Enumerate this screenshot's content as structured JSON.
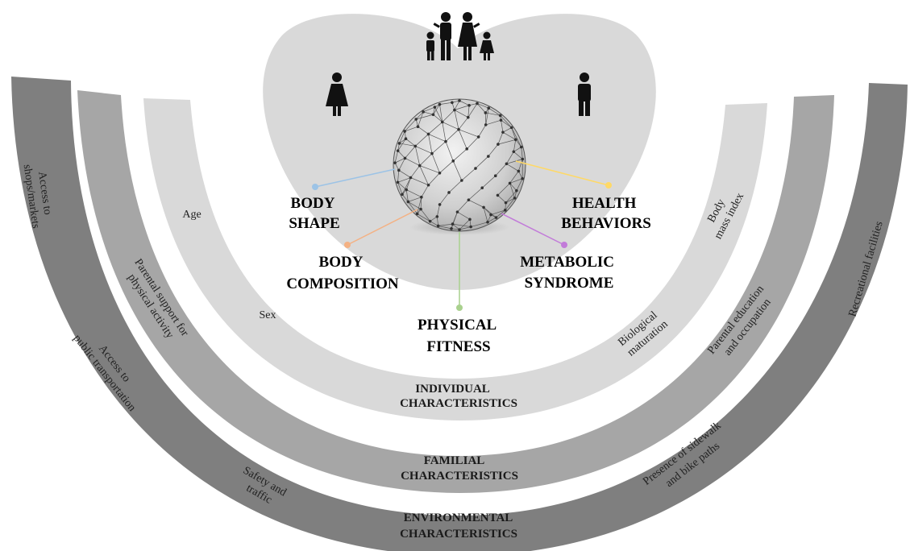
{
  "outcomes": {
    "body_shape": [
      "BODY",
      "SHAPE"
    ],
    "body_composition": [
      "BODY",
      "COMPOSITION"
    ],
    "physical_fitness": [
      "PHYSICAL",
      "FITNESS"
    ],
    "metabolic_syndrome": [
      "METABOLIC",
      "SYNDROME"
    ],
    "health_behaviors": [
      "HEALTH",
      "BEHAVIORS"
    ]
  },
  "outcome_colors": {
    "body_shape": "#9cc3e6",
    "body_composition": "#f4b183",
    "physical_fitness": "#a9d18e",
    "metabolic_syndrome": "#c27bd9",
    "health_behaviors": "#ffd966"
  },
  "individual": {
    "label": [
      "INDIVIDUAL",
      "CHARACTERISTICS"
    ],
    "factors": {
      "age": "Age",
      "sex": "Sex",
      "bmi": [
        "Body",
        "mass index"
      ],
      "maturation": [
        "Biological",
        "maturation"
      ]
    }
  },
  "familial": {
    "label": [
      "FAMILIAL",
      "CHARACTERISTICS"
    ],
    "factors": {
      "parental_support": [
        "Parental support for",
        "physical activity"
      ],
      "parental_education": [
        "Parental education",
        "and occupation"
      ]
    }
  },
  "environmental": {
    "label": [
      "ENVIRONMENTAL",
      "CHARACTERISTICS"
    ],
    "factors": {
      "shops": [
        "Access to",
        "shops/markets"
      ],
      "transport": [
        "Access to",
        "public transportation"
      ],
      "safety": [
        "Safety and",
        "traffic"
      ],
      "sidewalk": [
        "Presence of sidewalk",
        "and bike paths"
      ],
      "recreation": "Recreational  facilities"
    }
  },
  "icons": [
    "family-icon",
    "female-icon",
    "male-icon",
    "network-sphere-icon"
  ],
  "band_colors": {
    "environmental": "#7f7f7f",
    "familial": "#a6a6a6",
    "individual": "#d9d9d9",
    "heart": "#d9d9d9"
  }
}
